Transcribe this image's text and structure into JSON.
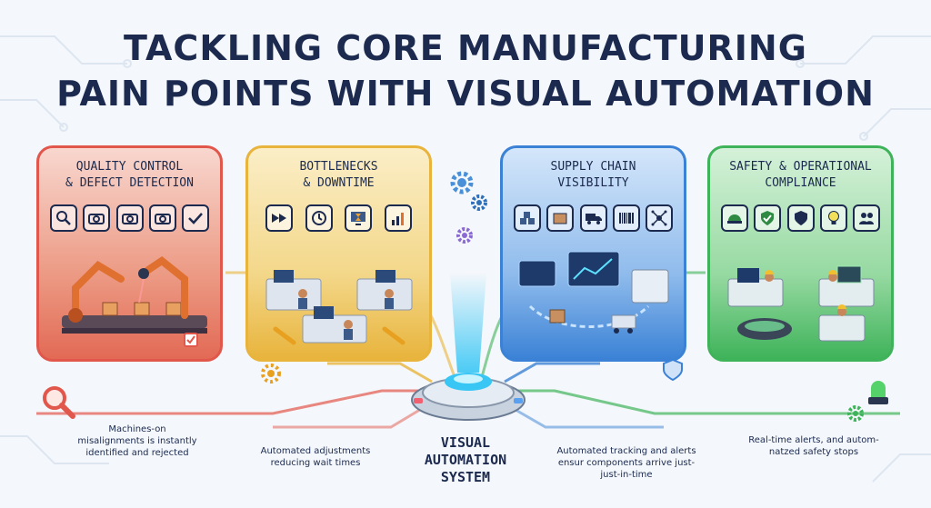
{
  "title": {
    "line1": "TACKLING CORE MANUFACTURING",
    "line2": "PAIN POINTS WITH VISUAL AUTOMATION"
  },
  "panels": [
    {
      "title_line1": "QUALITY CONTROL",
      "title_line2": "& DEFECT DETECTION",
      "color": "#e2574c",
      "icons": [
        "magnifier-icon",
        "camera-icon",
        "camera-icon",
        "camera-icon",
        "checkmark-icon"
      ]
    },
    {
      "title_line1": "BOTTLENECKS",
      "title_line2": "& DOWNTIME",
      "color": "#e8b43c",
      "icons": [
        "fast-forward-icon",
        "clock-icon",
        "monitor-hourglass-icon",
        "bar-chart-icon"
      ]
    },
    {
      "title_line1": "SUPPLY CHAIN",
      "title_line2": "VISIBILITY",
      "color": "#3b82d6",
      "icons": [
        "boxes-icon",
        "box-icon",
        "truck-icon",
        "barcode-icon",
        "network-icon"
      ]
    },
    {
      "title_line1": "SAFETY & OPERATIONAL",
      "title_line2": "COMPLIANCE",
      "color": "#3fb35a",
      "icons": [
        "hardhat-icon",
        "shield-check-icon",
        "shield-icon",
        "lightbulb-icon",
        "people-icon"
      ]
    }
  ],
  "captions": {
    "quality": [
      "Machines-on",
      "misalignments is instantly",
      "identified and rejected"
    ],
    "bottleneck": [
      "Automated adjustments",
      "reducing wait times"
    ],
    "supply": [
      "Automated tracking and alerts",
      "ensur components arrive just-",
      "just-in-time"
    ],
    "safety": [
      "Real-time alerts, and autom-",
      "natzed safety stops"
    ]
  },
  "hub": {
    "line1": "VISUAL",
    "line2": "AUTOMATION",
    "line3": "SYSTEM",
    "glow": "#38c6f4"
  },
  "colors": {
    "navy": "#1b2a4e",
    "background": "#f4f7fb"
  }
}
